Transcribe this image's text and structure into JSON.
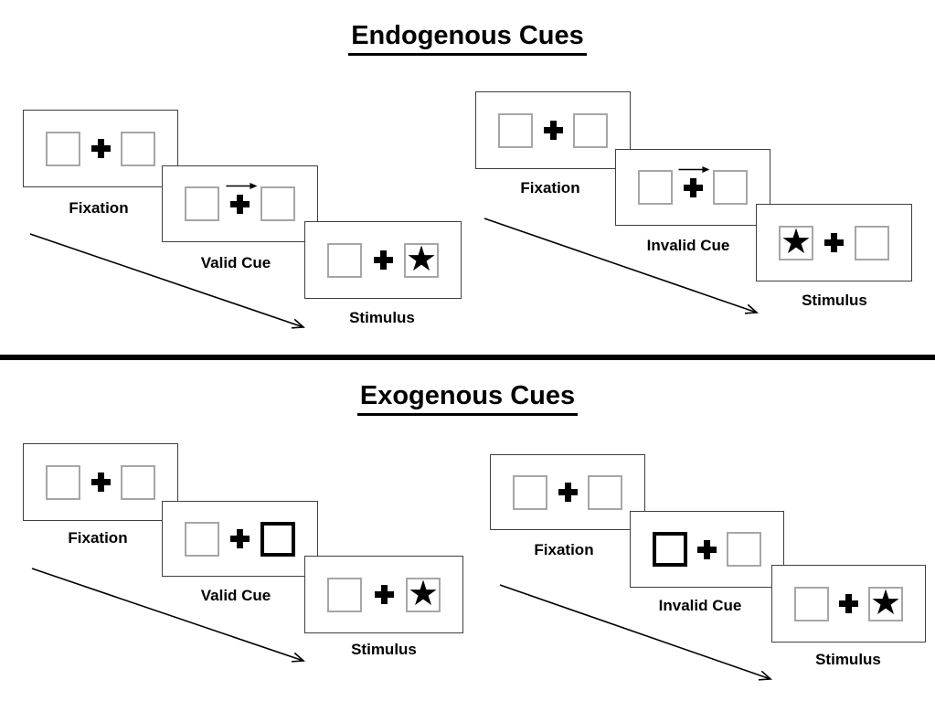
{
  "colors": {
    "background": "#ffffff",
    "text": "#000000",
    "panel_border": "#3f3f3f",
    "placeholder_box_border": "#a6a6a6",
    "cue_box_border": "#000000",
    "divider": "#000000"
  },
  "icons": {
    "star": "★",
    "fixation_cross": "heavy-plus",
    "cue_direction_arrow": "thin-right-arrow",
    "sequence_arrow": "diagonal-open-arrow"
  },
  "sections": [
    {
      "title": "Endogenous Cues",
      "sequences": [
        {
          "name": "valid",
          "cue_type": "central-arrow-pointing-right",
          "target_side": "right",
          "frames": [
            {
              "label": "Fixation",
              "left_box": "empty",
              "center": "cross",
              "right_box": "empty"
            },
            {
              "label": "Valid Cue",
              "left_box": "empty",
              "center": "cross-with-right-arrow",
              "right_box": "empty"
            },
            {
              "label": "Stimulus",
              "left_box": "empty",
              "center": "cross",
              "right_box": "star"
            }
          ]
        },
        {
          "name": "invalid",
          "cue_type": "central-arrow-pointing-right",
          "target_side": "left",
          "frames": [
            {
              "label": "Fixation",
              "left_box": "empty",
              "center": "cross",
              "right_box": "empty"
            },
            {
              "label": "Invalid Cue",
              "left_box": "empty",
              "center": "cross-with-right-arrow",
              "right_box": "empty"
            },
            {
              "label": "Stimulus",
              "left_box": "star",
              "center": "cross",
              "right_box": "empty"
            }
          ]
        }
      ]
    },
    {
      "title": "Exogenous Cues",
      "sequences": [
        {
          "name": "valid",
          "cue_type": "peripheral-thick-box-right",
          "target_side": "right",
          "frames": [
            {
              "label": "Fixation",
              "left_box": "empty",
              "center": "cross",
              "right_box": "empty"
            },
            {
              "label": "Valid Cue",
              "left_box": "empty",
              "center": "cross",
              "right_box": "thick-outline"
            },
            {
              "label": "Stimulus",
              "left_box": "empty",
              "center": "cross",
              "right_box": "star"
            }
          ]
        },
        {
          "name": "invalid",
          "cue_type": "peripheral-thick-box-left",
          "target_side": "right",
          "frames": [
            {
              "label": "Fixation",
              "left_box": "empty",
              "center": "cross",
              "right_box": "empty"
            },
            {
              "label": "Invalid Cue",
              "left_box": "thick-outline",
              "center": "cross",
              "right_box": "empty"
            },
            {
              "label": "Stimulus",
              "left_box": "empty",
              "center": "cross",
              "right_box": "star"
            }
          ]
        }
      ]
    }
  ]
}
